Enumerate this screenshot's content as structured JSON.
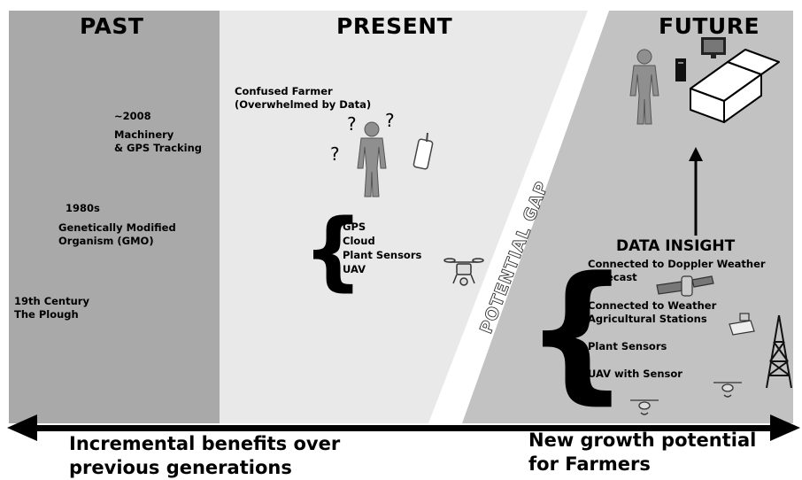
{
  "sections": {
    "past": "PAST",
    "present": "PRESENT",
    "future": "FUTURE"
  },
  "past_items": [
    {
      "year": "~2008",
      "text": "Machinery\n& GPS Tracking"
    },
    {
      "year": "1980s",
      "text": "Genetically Modified\nOrganism (GMO)"
    },
    {
      "year": "",
      "text": "19th Century\nThe Plough"
    }
  ],
  "present": {
    "farmer_label": "Confused Farmer\n(Overwhelmed by Data)",
    "question_mark": "?",
    "tech_list": [
      "GPS",
      "Cloud",
      "Plant Sensors",
      "UAV"
    ]
  },
  "gap_label": "POTENTIAL GAP",
  "future": {
    "insight_title": "DATA INSIGHT",
    "items": [
      "Connected to Doppler Weather\nForecast",
      "Connected to Weather\nAgricultural Stations",
      "Plant Sensors",
      "UAV with Sensor"
    ]
  },
  "bottom": {
    "left": "Incremental benefits over\nprevious generations",
    "right": "New growth potential\nfor Farmers"
  },
  "colors": {
    "past_bg": "#a9a9a9",
    "present_bg": "#e9e9e9",
    "future_bg": "#c2c2c2",
    "figure": "#8f8f8f",
    "arrow": "#000000"
  }
}
